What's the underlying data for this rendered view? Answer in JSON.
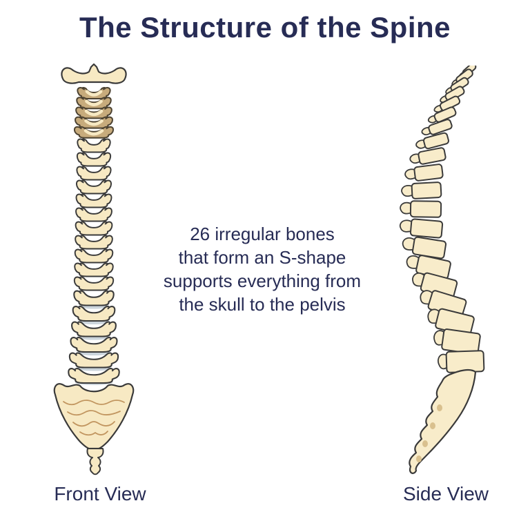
{
  "title": "The Structure of the Spine",
  "description": {
    "lines": [
      "26 irregular bones",
      "that form an S-shape",
      "supports everything from",
      "the skull to the pelvis"
    ]
  },
  "labels": {
    "front_view": "Front View",
    "side_view": "Side View"
  },
  "colors": {
    "background": "#ffffff",
    "text_navy": "#272c55",
    "bone_cream": "#f7e9c3",
    "bone_cream_light": "#f8ecca",
    "bone_tan": "#c7ab7c",
    "cervical_outline": "#4c4231",
    "outline": "#3a3a3a",
    "sacrum_line": "#c1955f",
    "disc_gray": "#ccd5dc",
    "spot_tan": "#d9c08e"
  },
  "illustrations": {
    "front_view": {
      "name": "spine-front-view",
      "cervical_count": 5,
      "thoracic_count": 11,
      "lumbar_count": 6
    },
    "side_view": {
      "name": "spine-side-view",
      "vertebra_count": 20
    }
  }
}
